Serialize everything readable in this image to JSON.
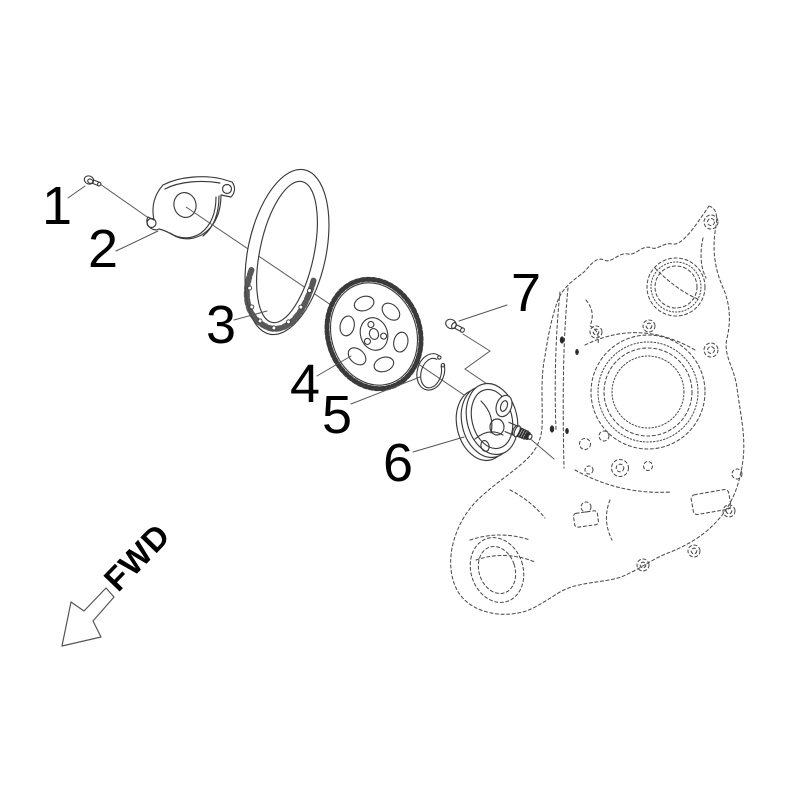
{
  "figure": {
    "type": "exploded-parts-diagram",
    "background_color": "#ffffff",
    "line_color": "#3a3a3a",
    "phantom_line_color": "#4c4c4c",
    "label_color": "#000000",
    "callouts": [
      {
        "label": "1"
      },
      {
        "label": "2"
      },
      {
        "label": "3"
      },
      {
        "label": "4"
      },
      {
        "label": "5"
      },
      {
        "label": "6"
      },
      {
        "label": "7"
      }
    ],
    "direction_indicator": {
      "label": "FWD",
      "arrow_direction": "down-left"
    }
  }
}
